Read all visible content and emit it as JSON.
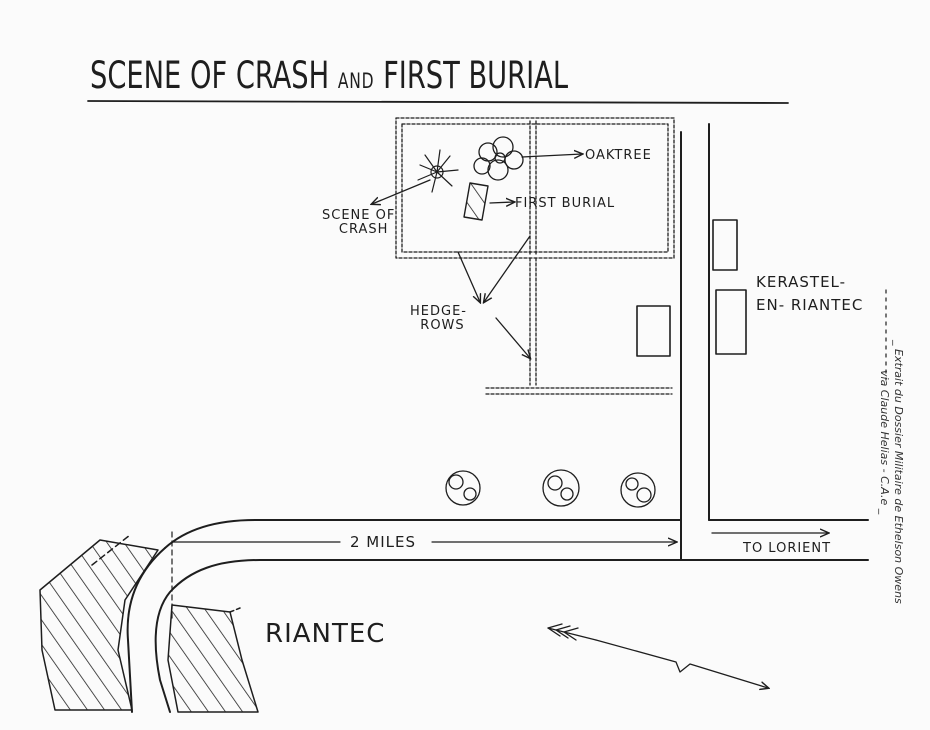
{
  "title": {
    "part1": "SCENE OF CRASH",
    "and": "AND",
    "part2": "FIRST BURIAL"
  },
  "labels": {
    "oaktree": "OAKTREE",
    "first_burial": "FIRST BURIAL",
    "scene_line1": "SCENE OF",
    "scene_line2": "CRASH",
    "hedge_line1": "HEDGE-",
    "hedge_line2": "ROWS",
    "kerastel_line1": "KERASTEL-",
    "kerastel_line2": "EN- RIANTEC",
    "distance": "2 MILES",
    "to_lorient": "TO LORIENT",
    "riantec": "RIANTEC"
  },
  "side_note": {
    "line1": "_ Extrait du Dossier Militaire de Ethelson Owens",
    "line2": "via Claude Helias - C.A.e _"
  }
}
